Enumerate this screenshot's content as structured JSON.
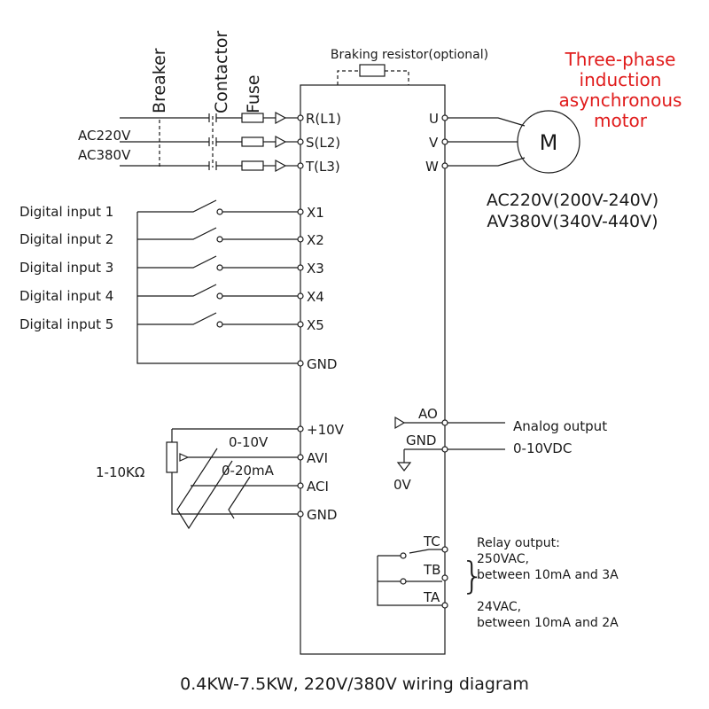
{
  "title": "0.4KW-7.5KW, 220V/380V wiring diagram",
  "power_input": {
    "labels": [
      "Breaker",
      "Contactor",
      "Fuse"
    ],
    "voltages": [
      "AC220V",
      "AC380V"
    ],
    "terminals": [
      "R(L1)",
      "S(L2)",
      "T(L3)"
    ]
  },
  "braking_resistor": "Braking resistor(optional)",
  "motor": {
    "title_lines": [
      "Three-phase",
      "induction",
      "asynchronous",
      "motor"
    ],
    "symbol": "M",
    "terminals": [
      "U",
      "V",
      "W"
    ],
    "ratings": [
      "AC220V(200V-240V)",
      "AV380V(340V-440V)"
    ]
  },
  "digital_inputs": {
    "labels": [
      "Digital input 1",
      "Digital input 2",
      "Digital input 3",
      "Digital input 4",
      "Digital input 5"
    ],
    "terminals": [
      "X1",
      "X2",
      "X3",
      "X4",
      "X5"
    ],
    "gnd": "GND"
  },
  "analog_input": {
    "pot_label": "1-10KΩ",
    "terminals": [
      "+10V",
      "AVI",
      "ACI",
      "GND"
    ],
    "avi_range": "0-10V",
    "aci_range": "0-20mA"
  },
  "analog_output": {
    "terminals": [
      "AO",
      "GND"
    ],
    "label": "Analog output",
    "range": "0-10VDC",
    "zero": "0V"
  },
  "relay": {
    "terminals": [
      "TC",
      "TB",
      "TA"
    ],
    "lines": [
      "Relay output:",
      "250VAC,",
      "between 10mA and 3A",
      "24VAC,",
      "between 10mA and 2A"
    ]
  },
  "colors": {
    "ink": "#1a1a1a",
    "accent": "#e01b1b"
  }
}
